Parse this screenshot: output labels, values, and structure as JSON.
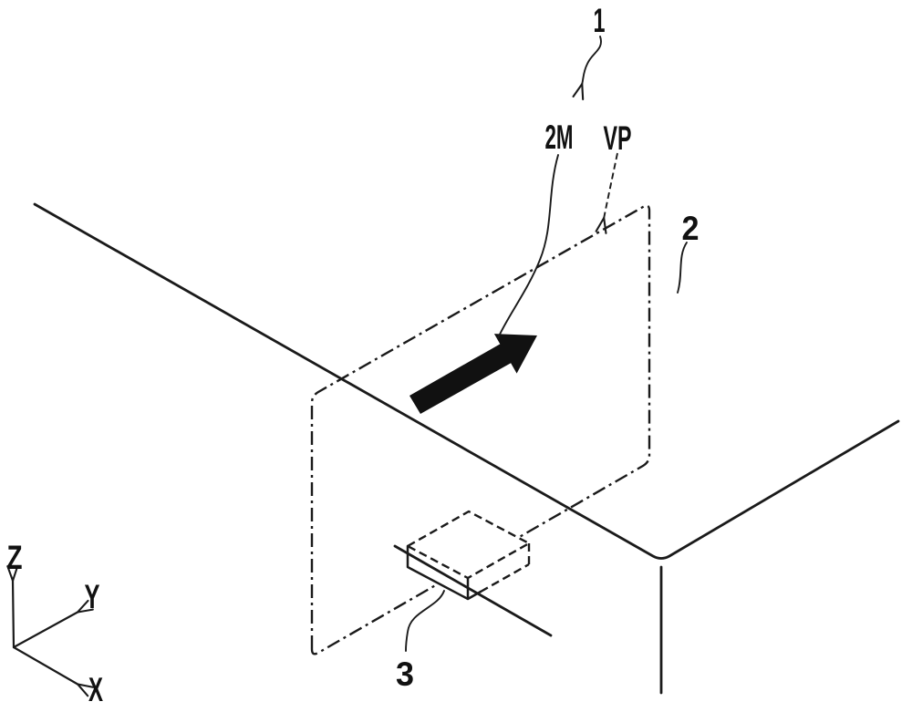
{
  "figure": {
    "labels": {
      "part1": "1",
      "magnet": "2M",
      "virtual_plane": "VP",
      "part2": "2",
      "part3": "3"
    },
    "axes": {
      "x": "X",
      "y": "Y",
      "z": "Z"
    },
    "colors": {
      "line": "#1a1a1a",
      "background": "#ffffff",
      "arrow_fill": "#111111"
    }
  }
}
